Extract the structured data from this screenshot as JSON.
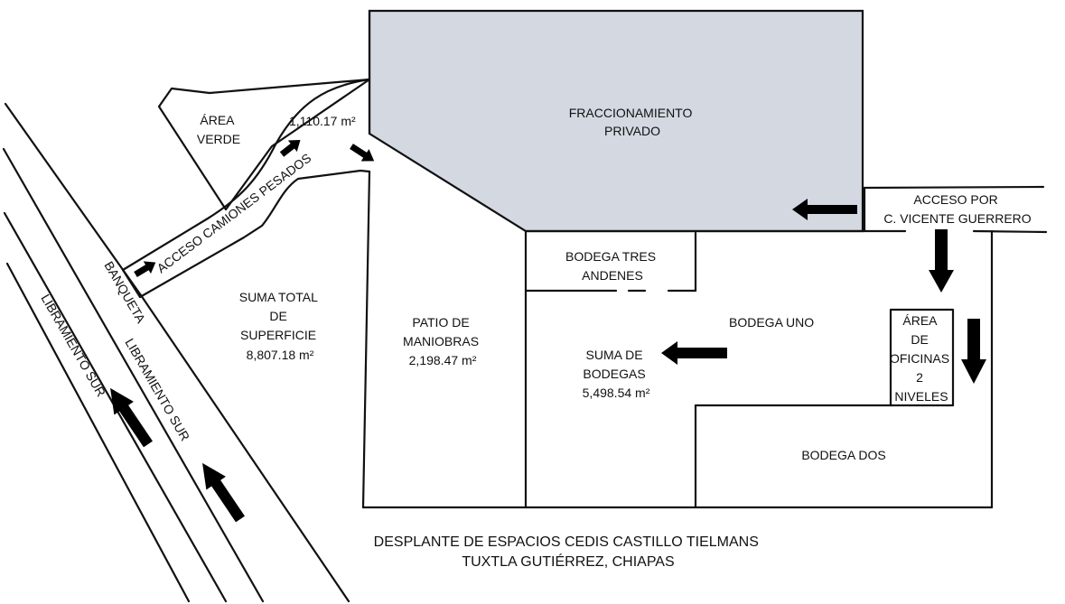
{
  "colors": {
    "background": "#ffffff",
    "private_area_fill": "#d3d8e1",
    "line": "#111111",
    "arrow": "#000000"
  },
  "labels": {
    "area_verde": [
      "ÁREA",
      "VERDE"
    ],
    "area_1110": "1,110.17 m²",
    "fraccionamiento": [
      "FRACCIONAMIENTO",
      "PRIVADO"
    ],
    "acceso_camiones": "ACCESO CAMIONES PESADOS",
    "acceso_por": [
      "ACCESO POR",
      "C. VICENTE GUERRERO"
    ],
    "bodega_tres": [
      "BODEGA TRES",
      "ANDENES"
    ],
    "banqueta": "BANQUETA",
    "suma_total": [
      "SUMA TOTAL",
      "DE",
      "SUPERFICIE",
      "8,807.18 m²"
    ],
    "patio": [
      "PATIO DE",
      "MANIOBRAS",
      "2,198.47 m²"
    ],
    "bodega_uno": "BODEGA UNO",
    "suma_bodegas": [
      "SUMA DE",
      "BODEGAS",
      "5,498.54 m²"
    ],
    "oficinas": [
      "ÁREA",
      "DE",
      "OFICINAS",
      "2",
      "NIVELES"
    ],
    "libramiento_inner": "LIBRAMIENTO SUR",
    "libramiento_outer": "LIBRAMIENTO SUR",
    "bodega_dos": "BODEGA DOS"
  },
  "caption": [
    "DESPLANTE DE ESPACIOS CEDIS CASTILLO TIELMANS",
    "TUXTLA GUTIÉRREZ, CHIAPAS"
  ],
  "arrows": [
    "arrow-right",
    "arrow-up-right",
    "arrow-down-right",
    "arrow-left",
    "arrow-down",
    "arrow-down",
    "arrow-left",
    "arrow-up-left",
    "arrow-up-left"
  ]
}
